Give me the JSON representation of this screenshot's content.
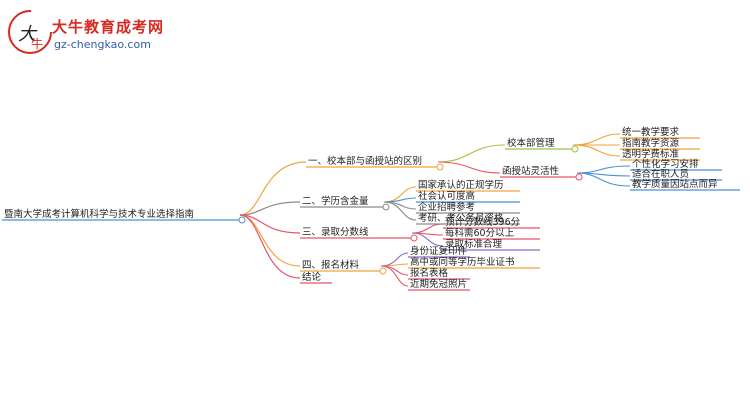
{
  "logo": {
    "title": "大牛教育成考网",
    "url": "gz-chengkao.com",
    "mark_text": "大牛"
  },
  "mindmap": {
    "root": "暨南大学成考计算机科学与技术专业选择指南",
    "branches": [
      {
        "label": "一、校本部与函授站的区别",
        "color": "#f2a23a",
        "children": [
          {
            "label": "校本部管理",
            "color": "#9bc53d",
            "children": [
              "统一教学要求",
              "指南教学资源",
              "透明学费标准"
            ]
          },
          {
            "label": "函授站灵活性",
            "color": "#e8546b",
            "children": [
              "个性化学习安排",
              "适合在职人员",
              "教学质量因站点而异"
            ]
          }
        ]
      },
      {
        "label": "二、学历含金量",
        "color": "#8a8a8a",
        "children": [
          "国家承认的正规学历",
          "社会认可度高",
          "企业招聘参考",
          "考研、考公务员资格"
        ]
      },
      {
        "label": "三、录取分数线",
        "color": "#e8546b",
        "children": [
          "预计分数线396分",
          "每科需60分以上",
          "录取标准合理"
        ]
      },
      {
        "label": "四、报名材料",
        "color": "#f2a23a",
        "children": [
          "身份证复印件",
          "高中或同等学历毕业证书",
          "报名表格",
          "近期免冠照片"
        ]
      },
      {
        "label": "结论",
        "color": "#e8546b",
        "children": []
      }
    ]
  },
  "colors": {
    "logo_red": "#d62a1f",
    "logo_blue": "#2f5da8",
    "node_orange": "#f2a23a",
    "node_green": "#9bc53d",
    "node_pink": "#e8546b",
    "node_blue": "#4a90d9",
    "node_gray": "#8a8a8a",
    "node_purple": "#8e6bbf"
  }
}
